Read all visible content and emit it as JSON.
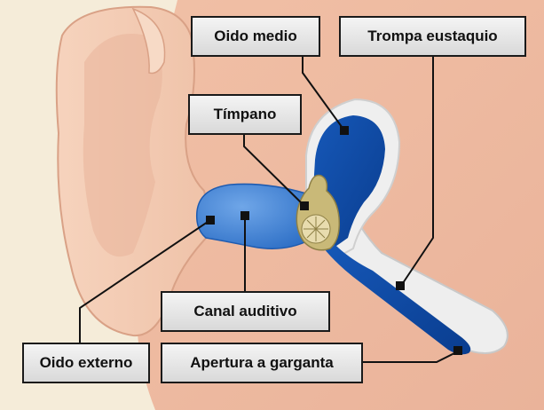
{
  "labels": {
    "oido_medio": "Oido medio",
    "trompa_eustaquio": "Trompa eustaquio",
    "timpano": "Tímpano",
    "canal_auditivo": "Canal auditivo",
    "oido_externo": "Oido externo",
    "apertura_garganta": "Apertura a garganta"
  },
  "colors": {
    "skin": "#f3c6ad",
    "ear": "#f4cdb4",
    "cartilage": "#e9b59d",
    "canal_blue": "#3f7fd0",
    "deep_blue": "#0e4aa5",
    "eardrum": "#c9b978",
    "background": "#f5ecd9"
  }
}
